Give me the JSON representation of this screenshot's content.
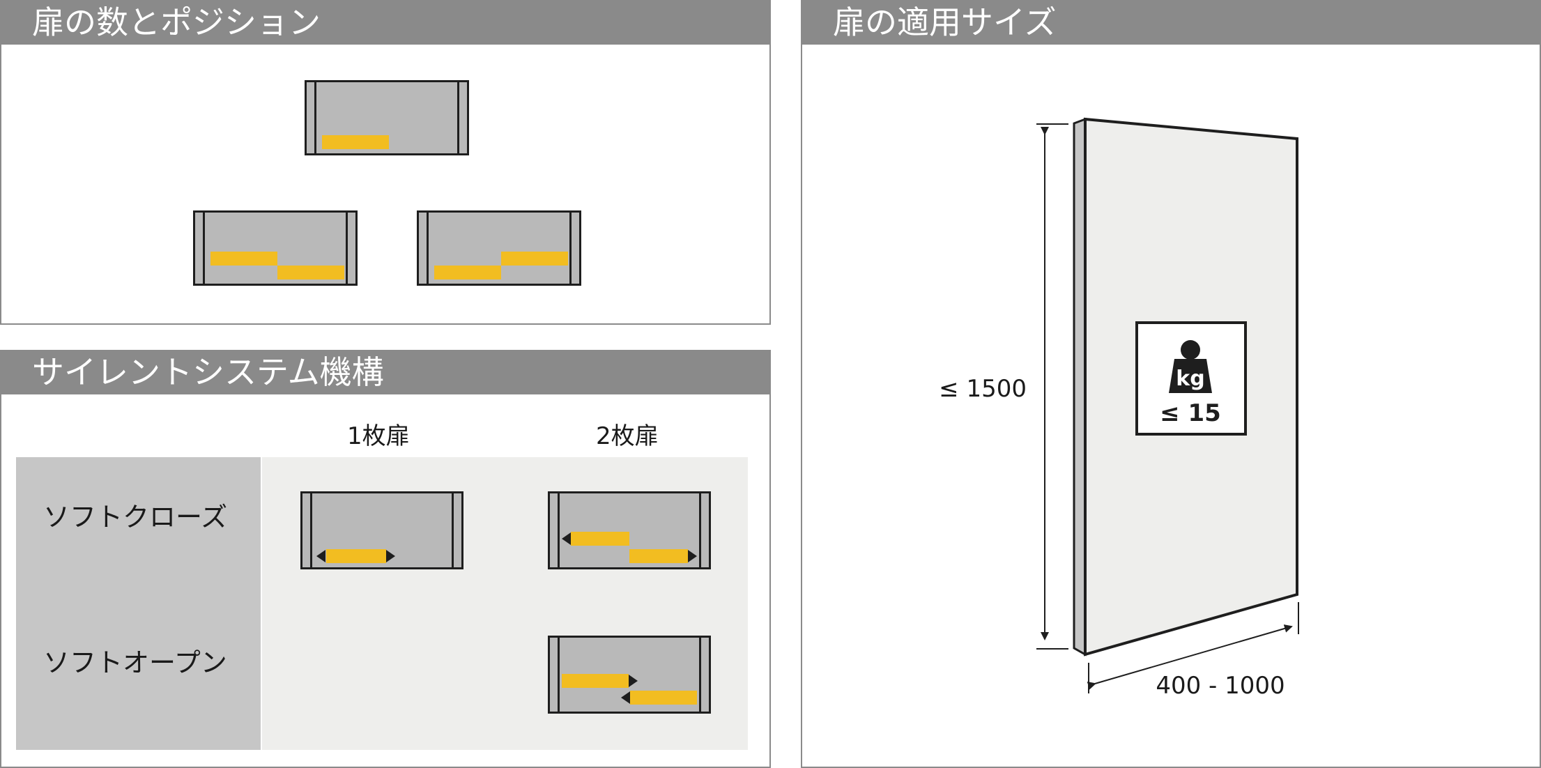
{
  "panels": {
    "positions": {
      "title": "扉の数とポジション"
    },
    "silent": {
      "title": "サイレントシステム機構",
      "columns": [
        "1枚扉",
        "2枚扉"
      ],
      "rows": [
        "ソフトクローズ",
        "ソフトオープン"
      ]
    },
    "size": {
      "title": "扉の適用サイズ",
      "height_label": "≤ 1500",
      "width_label": "400 - 1000",
      "weight_unit": "kg",
      "weight_label": "≤ 15"
    }
  },
  "colors": {
    "header": "#8a8a8a",
    "door_accent": "#f2bd21",
    "cabinet_fill": "#b9b9b9",
    "door_panel": "#eeeeec"
  },
  "icons": [
    "weight-icon",
    "arrow-left-icon",
    "arrow-right-icon"
  ]
}
